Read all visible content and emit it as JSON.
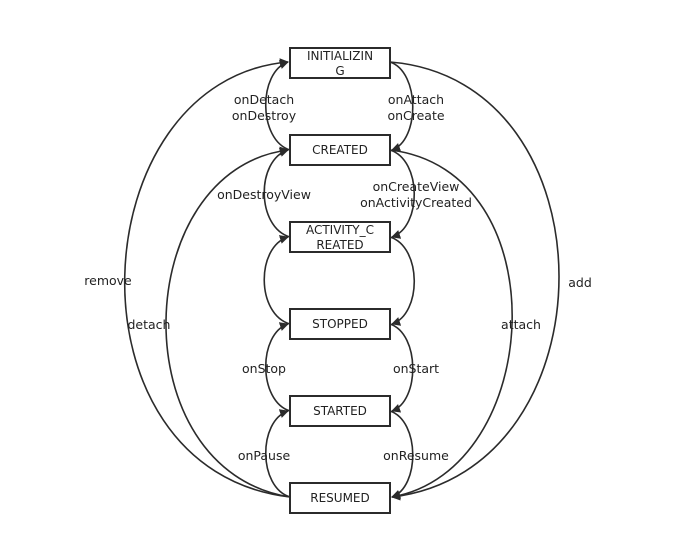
{
  "states": {
    "initializing": [
      "INITIALIZIN",
      "G"
    ],
    "created": [
      "CREATED"
    ],
    "activity_created": [
      "ACTIVITY_C",
      "REATED"
    ],
    "stopped": [
      "STOPPED"
    ],
    "started": [
      "STARTED"
    ],
    "resumed": [
      "RESUMED"
    ]
  },
  "transitions": {
    "on_detach": "onDetach",
    "on_destroy": "onDestroy",
    "on_attach": "onAttach",
    "on_create": "onCreate",
    "on_destroy_view": "onDestroyView",
    "on_create_view": "onCreateView",
    "on_activity_created": "onActivityCreated",
    "on_stop": "onStop",
    "on_start": "onStart",
    "on_pause": "onPause",
    "on_resume": "onResume",
    "remove": "remove",
    "detach": "detach",
    "attach": "attach",
    "add": "add"
  },
  "colors": {
    "line": "#2b2b2b",
    "text": "#222222",
    "background": "#ffffff"
  }
}
